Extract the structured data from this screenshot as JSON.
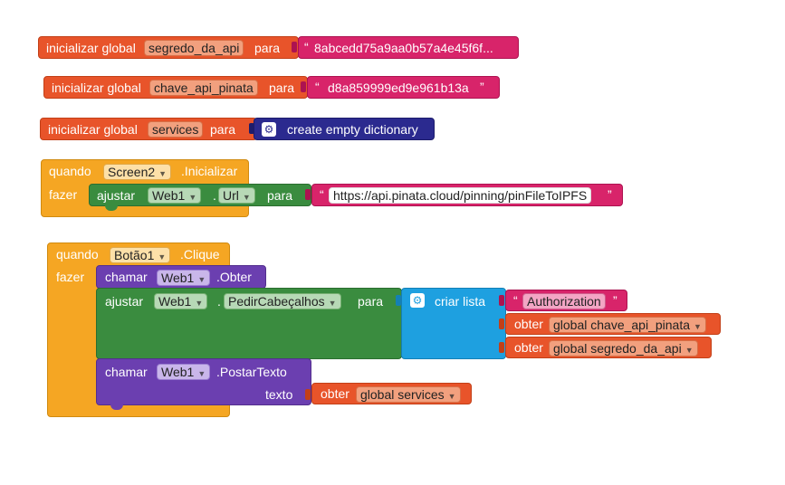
{
  "blocks": {
    "init1": {
      "prefix": "inicializar global",
      "var": "segredo_da_api",
      "para": "para",
      "value": "8abcedd75a9aa0b57a4e45f6f..."
    },
    "init2": {
      "prefix": "inicializar global",
      "var": "chave_api_pinata",
      "para": "para",
      "value": "d8a859999ed9e961b13a"
    },
    "init3": {
      "prefix": "inicializar global",
      "var": "services",
      "para": "para",
      "value": "create empty dictionary"
    },
    "screen_event": {
      "quando": "quando",
      "component": "Screen2",
      "event": ".Inicializar",
      "fazer": "fazer",
      "set": {
        "ajustar": "ajustar",
        "component": "Web1",
        "dot": ".",
        "property": "Url",
        "para": "para",
        "value": "https://api.pinata.cloud/pinning/pinFileToIPFS"
      }
    },
    "button_event": {
      "quando": "quando",
      "component": "Botão1",
      "event": ".Clique",
      "fazer": "fazer",
      "call1": {
        "chamar": "chamar",
        "component": "Web1",
        "method": ".Obter"
      },
      "set": {
        "ajustar": "ajustar",
        "component": "Web1",
        "dot": ".",
        "property": "PedirCabeçalhos",
        "para": "para",
        "list_label": "criar lista",
        "item1": "Authorization",
        "get1_label": "obter",
        "get1_var": "global chave_api_pinata",
        "get2_label": "obter",
        "get2_var": "global segredo_da_api"
      },
      "call2": {
        "chamar": "chamar",
        "component": "Web1",
        "method": ".PostarTexto",
        "arg_label": "texto",
        "get_label": "obter",
        "get_var": "global services"
      }
    }
  },
  "icons": {
    "gear": "⚙",
    "dropdown": "▼",
    "quote_open": "“",
    "quote_close": "”"
  },
  "colors": {
    "variables": "#e8542a",
    "text": "#d8246a",
    "dictionary": "#2b2a8f",
    "events": "#f5a623",
    "setter": "#3a8c3f",
    "method": "#6b3fb0",
    "list": "#1ea0e0"
  }
}
